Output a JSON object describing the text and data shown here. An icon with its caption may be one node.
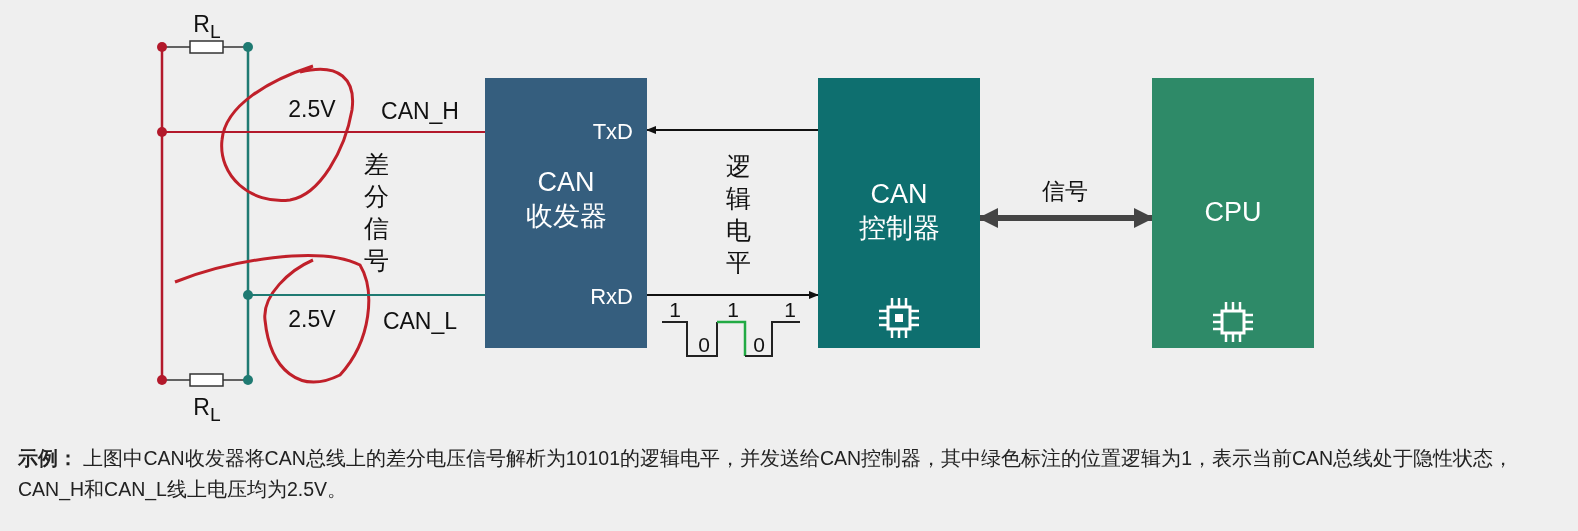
{
  "diagram": {
    "caption": "**示例：** 上图中CAN收发器将CAN总线上的差分电压信号解析为10101的逻辑电平，并发送给CAN控制器，其中绿色标注的位置逻辑为1，表示当前CAN总线处于隐性状态，CAN_H和CAN_L线上电压均为2.5V。",
    "nodes": [
      {
        "text": [
          "TxD",
          "CAN收发器",
          "RxD"
        ]
      },
      {
        "text": [
          "CAN控制器"
        ]
      },
      {
        "text": [
          "CPU"
        ]
      }
    ],
    "edges": [
      {
        "from": 1,
        "to": 0,
        "arrow": "to"
      },
      {
        "from": 0,
        "to": 1,
        "arrow": "to"
      },
      {
        "from": 1,
        "to": 2,
        "arrow": "both",
        "label": "信号",
        "style": "thick",
        "color": "#444444"
      },
      {
        "from": null,
        "to": 0,
        "arrow": "other",
        "label": "CAN_H",
        "color": "#b3192b"
      },
      {
        "from": null,
        "to": 0,
        "arrow": "other",
        "label": "CAN_L",
        "color": "#1f7a72"
      }
    ],
    "labels": [
      "R$_{L}$",
      "2.5V",
      "差分信号",
      "2.5V",
      "R$_{L}$",
      "逻辑电平",
      "1",
      "1",
      "1",
      "0",
      "0"
    ]
  }
}
